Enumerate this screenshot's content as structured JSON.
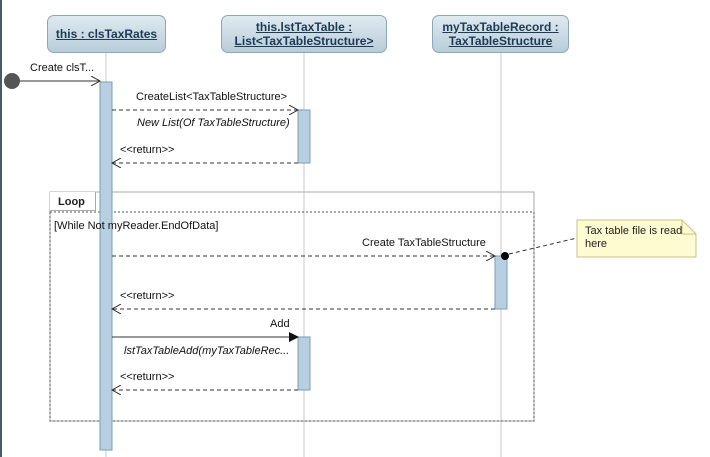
{
  "lifelines": [
    {
      "name": "this : clsTaxRates"
    },
    {
      "name": "this.lstTaxTable :",
      "name2": "List<TaxTableStructure>"
    },
    {
      "name": "myTaxTableRecord :",
      "name2": "TaxTableStructure"
    }
  ],
  "messages": {
    "create": "Create clsT...",
    "create_list": "CreateList<TaxTableStructure>",
    "new_list": "New List(Of TaxTableStructure)",
    "return1": "<<return>>",
    "create_struct": "Create TaxTableStructure",
    "return2": "<<return>>",
    "add": "Add",
    "add_call": "lstTaxTableAdd(myTaxTableRec...",
    "return3": "<<return>>"
  },
  "loop": {
    "label": "Loop",
    "guard": "[While Not myReader.EndOfData]"
  },
  "note": {
    "text": "Tax table file is read here"
  },
  "colors": {
    "lifeline_head_top": "#dfe9f0",
    "lifeline_head_bottom": "#b8cdd9",
    "activation": "#b7cfe0",
    "note": "#fffbd0",
    "line": "#333333"
  }
}
